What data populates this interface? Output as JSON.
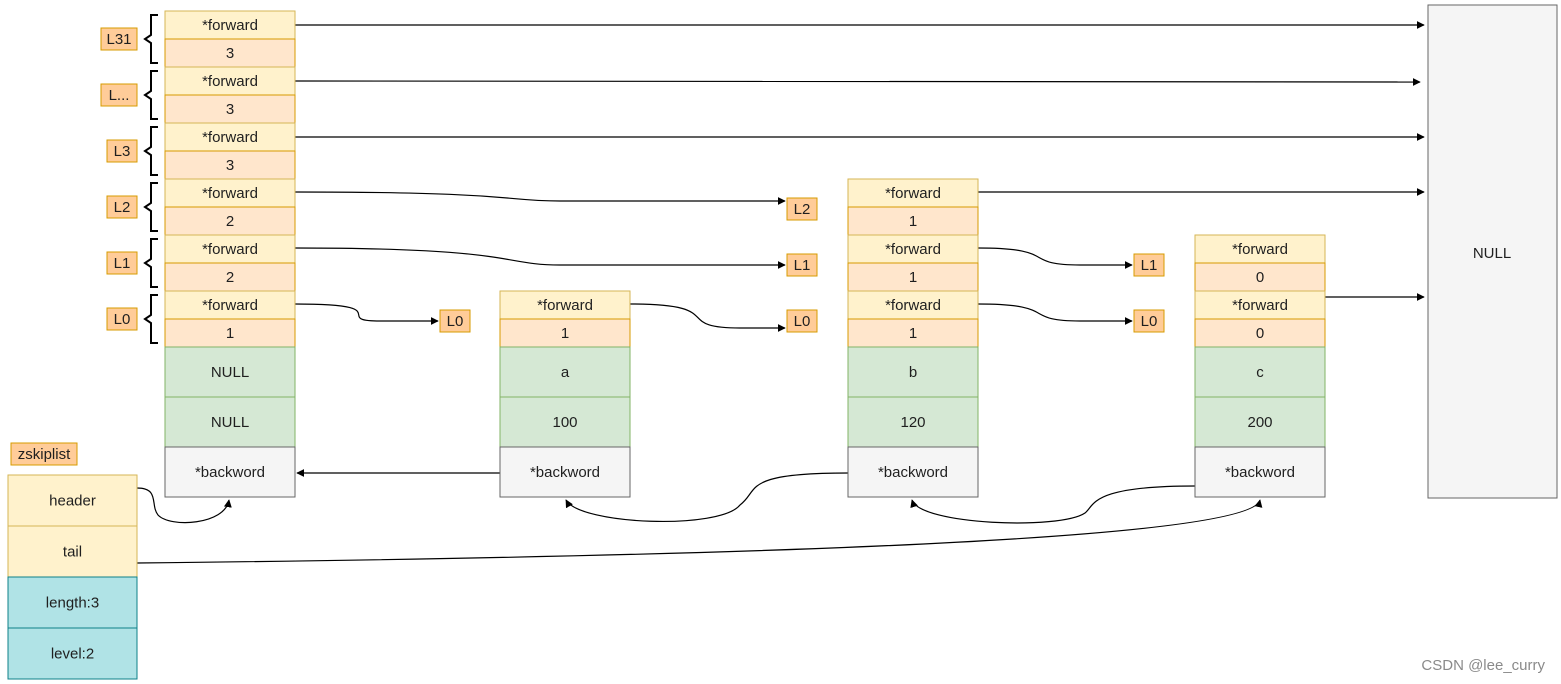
{
  "colors": {
    "forward_fill": "#fff2cc",
    "forward_stroke": "#d6b656",
    "span_fill": "#ffe6cc",
    "span_stroke": "#d79b00",
    "data_fill": "#d5e8d4",
    "data_stroke": "#82b366",
    "backward_fill": "#f5f5f5",
    "backward_stroke": "#666666",
    "list_meta_fill": "#b0e3e6",
    "list_meta_stroke": "#0e8088",
    "tag_fill": "#ffcc99",
    "tag_stroke": "#d79b00",
    "edge": "#000000",
    "null_fill": "#f5f5f5",
    "null_stroke": "#666666"
  },
  "header_node": {
    "levels": [
      {
        "tag": "L31",
        "forward": "*forward",
        "span": "3"
      },
      {
        "tag": "L...",
        "forward": "*forward",
        "span": "3"
      },
      {
        "tag": "L3",
        "forward": "*forward",
        "span": "3"
      },
      {
        "tag": "L2",
        "forward": "*forward",
        "span": "2"
      },
      {
        "tag": "L1",
        "forward": "*forward",
        "span": "2"
      },
      {
        "tag": "L0",
        "forward": "*forward",
        "span": "1"
      }
    ],
    "ele": "NULL",
    "score": "NULL",
    "backward": "*backword"
  },
  "nodes": [
    {
      "id": "a",
      "levels": [
        {
          "forward": "*forward",
          "span": "1"
        }
      ],
      "ele": "a",
      "score": "100",
      "backward": "*backword"
    },
    {
      "id": "b",
      "levels": [
        {
          "forward": "*forward",
          "span": "1"
        },
        {
          "forward": "*forward",
          "span": "1"
        },
        {
          "forward": "*forward",
          "span": "1"
        }
      ],
      "ele": "b",
      "score": "120",
      "backward": "*backword"
    },
    {
      "id": "c",
      "levels": [
        {
          "forward": "*forward",
          "span": "0"
        },
        {
          "forward": "*forward",
          "span": "0"
        }
      ],
      "ele": "c",
      "score": "200",
      "backward": "*backword"
    }
  ],
  "level_tags": {
    "a_l0": "L0",
    "b_l0": "L0",
    "b_l1": "L1",
    "b_l2": "L2",
    "c_l0": "L0",
    "c_l1": "L1"
  },
  "null_block": "NULL",
  "zskiplist": {
    "title": "zskiplist",
    "header": "header",
    "tail": "tail",
    "length": "length:3",
    "level": "level:2"
  },
  "watermark": "CSDN @lee_curry"
}
